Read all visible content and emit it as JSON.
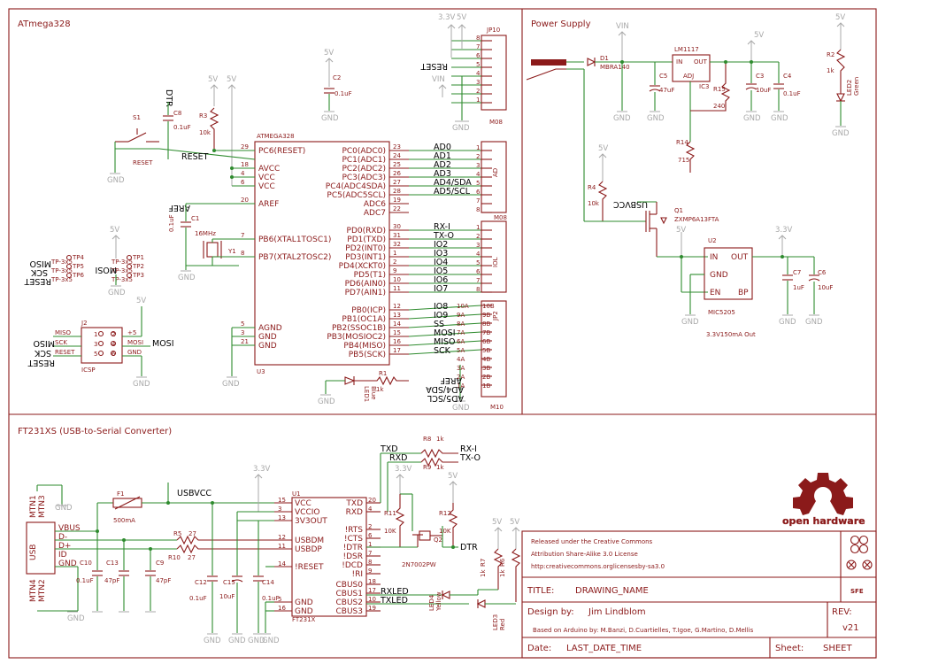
{
  "sections": {
    "atmega": "ATmega328",
    "power": "Power Supply",
    "ft231": "FT231XS (USB-to-Serial Converter)"
  },
  "chip_u3": {
    "name": "ATMEGA328",
    "ref": "U3",
    "left_pins": [
      {
        "num": "29",
        "name": "PC6(RESET)"
      },
      {
        "num": "18",
        "name": "AVCC"
      },
      {
        "num": "4",
        "name": "VCC"
      },
      {
        "num": "6",
        "name": "VCC"
      },
      {
        "num": "20",
        "name": "AREF"
      },
      {
        "num": "7",
        "name": "PB6(XTAL1TOSC1)"
      },
      {
        "num": "8",
        "name": "PB7(XTAL2TOSC2)"
      },
      {
        "num": "5",
        "name": "AGND"
      },
      {
        "num": "3",
        "name": "GND"
      },
      {
        "num": "21",
        "name": "GND"
      }
    ],
    "right_pins": [
      {
        "num": "23",
        "name": "PC0(ADC0)",
        "net": "AD0"
      },
      {
        "num": "24",
        "name": "PC1(ADC1)",
        "net": "AD1"
      },
      {
        "num": "25",
        "name": "PC2(ADC2)",
        "net": "AD2"
      },
      {
        "num": "26",
        "name": "PC3(ADC3)",
        "net": "AD3"
      },
      {
        "num": "27",
        "name": "PC4(ADC4SDA)",
        "net": "AD4/SDA"
      },
      {
        "num": "28",
        "name": "PC5(ADC5SCL)",
        "net": "AD5/SCL"
      },
      {
        "num": "19",
        "name": "ADC6",
        "net": ""
      },
      {
        "num": "22",
        "name": "ADC7",
        "net": ""
      },
      {
        "num": "30",
        "name": "PD0(RXD)",
        "net": "RX-I"
      },
      {
        "num": "31",
        "name": "PD1(TXD)",
        "net": "TX-O"
      },
      {
        "num": "32",
        "name": "PD2(INT0)",
        "net": "IO2"
      },
      {
        "num": "1",
        "name": "PD3(INT1)",
        "net": "IO3"
      },
      {
        "num": "2",
        "name": "PD4(XCKT0)",
        "net": "IO4"
      },
      {
        "num": "9",
        "name": "PD5(T1)",
        "net": "IO5"
      },
      {
        "num": "10",
        "name": "PD6(AIN0)",
        "net": "IO6"
      },
      {
        "num": "11",
        "name": "PD7(AIN1)",
        "net": "IO7"
      },
      {
        "num": "12",
        "name": "PB0(ICP)",
        "net": "IO8"
      },
      {
        "num": "13",
        "name": "PB1(OC1A)",
        "net": "IO9"
      },
      {
        "num": "14",
        "name": "PB2(SSOC1B)",
        "net": "SS"
      },
      {
        "num": "15",
        "name": "PB3(MOSIOC2)",
        "net": "MOSI"
      },
      {
        "num": "16",
        "name": "PB4(MISO)",
        "net": "MISO"
      },
      {
        "num": "17",
        "name": "PB5(SCK)",
        "net": "SCK"
      }
    ]
  },
  "jp10": {
    "ref": "JP10",
    "part": "M08",
    "pins": [
      "8",
      "7",
      "6",
      "5",
      "4",
      "3",
      "2",
      "1"
    ],
    "labels": [
      "RESET"
    ],
    "supplies": [
      "3.3V",
      "5V",
      "VIN"
    ]
  },
  "ad_header": {
    "ref": "M08",
    "label": "AD",
    "pins": [
      "1",
      "2",
      "3",
      "4",
      "5",
      "6",
      "7",
      "8"
    ]
  },
  "iol_header": {
    "label": "IOL",
    "pins": [
      "1",
      "2",
      "3",
      "4",
      "5",
      "6",
      "7",
      "8"
    ]
  },
  "jp2": {
    "ref": "JP2",
    "part": "M10",
    "pins_a": [
      "10A",
      "9A",
      "8A",
      "7A",
      "6A",
      "5A",
      "4A",
      "3A",
      "2A",
      "1A"
    ],
    "pins_b": [
      "10B",
      "9B",
      "8B",
      "7B",
      "6B",
      "5B",
      "4B",
      "3B",
      "2B",
      "1B"
    ],
    "labels": [
      "AREF",
      "AD4/SDA",
      "AD5/SCL"
    ]
  },
  "misc": {
    "s1": "S1",
    "reset_label": "RESET",
    "dtr": "DTR",
    "c8": "C8",
    "c8_val": "0.1uF",
    "r3": "R3",
    "r3_val": "10k",
    "c2": "C2",
    "c2_val": "0.1uF",
    "aref": "AREF",
    "c1": "C1",
    "c1_val": "0.1uF",
    "y1": "Y1",
    "y1_val": "16MHz",
    "r1": "R1",
    "r1_val": "1k",
    "led1": "LED1",
    "led1_col": "Blue",
    "j2": "J2",
    "icsp": "ICSP",
    "miso": "MISO",
    "sck": "SCK",
    "reset": "RESET",
    "mosi": "MOSI",
    "tp": [
      "TP4",
      "TP5",
      "TP6",
      "TP1",
      "TP2",
      "TP3"
    ],
    "tp_pkg": "TP-3x5",
    "gnd": "GND",
    "v5": "5V",
    "v33": "3.3V",
    "vin": "VIN",
    "icsp_pins": [
      "MISO",
      "SCK",
      "RESET",
      "+5",
      "MOSI",
      "GND"
    ]
  },
  "power": {
    "d1": "D1",
    "d1_val": "MBRA140",
    "c5": "C5",
    "c5_val": "47uF",
    "ic3": "LM1117",
    "ic3_ref": "IC3",
    "ic3_in": "IN",
    "ic3_out": "OUT",
    "ic3_adj": "ADJ",
    "r15": "R15",
    "r15_val": "240",
    "r14": "R14",
    "r14_val": "715",
    "c3": "C3",
    "c3_val": "10uF",
    "c4": "C4",
    "c4_val": "0.1uF",
    "r2": "R2",
    "r2_val": "1k",
    "led2": "LED2",
    "led2_col": "Green",
    "r4": "R4",
    "r4_val": "10k",
    "usbvcc": "USBVCC",
    "q1": "Q1",
    "q1_val": "ZXMP6A13FTA",
    "u2": "U2",
    "u2_val": "MIC5205",
    "u2_in": "IN",
    "u2_out": "OUT",
    "u2_gnd": "GND",
    "u2_en": "EN",
    "u2_bp": "BP",
    "c7": "C7",
    "c7_val": "1uF",
    "c6": "C6",
    "c6_val": "10uF",
    "note": "3.3V150mA Out"
  },
  "ft231": {
    "usb": "USB",
    "vbus": "VBUS",
    "dm": "D-",
    "dp": "D+",
    "id": "ID",
    "gnd": "GND",
    "mtn": [
      "MTN1",
      "MTN3",
      "MTN4",
      "MTN2"
    ],
    "f1": "F1",
    "f1_val": "500mA",
    "usbvcc": "USBVCC",
    "r5": "R5",
    "r5_val": "27",
    "r10": "R10",
    "r10_val": "27",
    "c10": "C10",
    "c10_val": "0.1uF",
    "c13": "C13",
    "c13_val": "47pF",
    "c9": "C9",
    "c9_val": "47pF",
    "c12": "C12",
    "c12_val": "0.1uF",
    "c15": "C15",
    "c15_val": "10uF",
    "c14": "C14",
    "c14_val": "0.1uF",
    "u1": "U1",
    "u1_part": "FT231X",
    "u1_left": [
      {
        "num": "15",
        "name": "VCC"
      },
      {
        "num": "3",
        "name": "VCCIO"
      },
      {
        "num": "13",
        "name": "3V3OUT"
      },
      {
        "num": "12",
        "name": "USBDM"
      },
      {
        "num": "11",
        "name": "USBDP"
      },
      {
        "num": "14",
        "name": "!RESET"
      },
      {
        "num": "5",
        "name": "GND"
      },
      {
        "num": "16",
        "name": "GND"
      }
    ],
    "u1_right": [
      {
        "num": "20",
        "name": "TXD"
      },
      {
        "num": "4",
        "name": "RXD"
      },
      {
        "num": "2",
        "name": "!RTS"
      },
      {
        "num": "6",
        "name": "!CTS"
      },
      {
        "num": "1",
        "name": "!DTR"
      },
      {
        "num": "7",
        "name": "!DSR"
      },
      {
        "num": "8",
        "name": "!DCD"
      },
      {
        "num": "9",
        "name": "!RI"
      },
      {
        "num": "18",
        "name": "CBUS0"
      },
      {
        "num": "17",
        "name": "CBUS1"
      },
      {
        "num": "10",
        "name": "CBUS2"
      },
      {
        "num": "19",
        "name": "CBUS3"
      }
    ],
    "txd": "TXD",
    "rxd": "RXD",
    "r8": "R8",
    "r8_val": "1k",
    "r9": "R9",
    "r9_val": "1k",
    "rxi": "RX-I",
    "txo": "TX-O",
    "r11": "R11",
    "r11_val": "10K",
    "r12": "R12",
    "r12_val": "10K",
    "q2": "Q2",
    "q2_val": "2N7002PW",
    "dtr": "DTR",
    "r7": "R7",
    "r7_val": "1k",
    "r6": "R6",
    "r6_val": "1k",
    "rxled": "RXLED",
    "txled": "TXLED",
    "led4": "LED4",
    "led4_col": "Yellow",
    "led3": "LED3",
    "led3_col": "Red"
  },
  "title_block": {
    "logo_text": "open hardware",
    "license1": "Released under the Creative Commons",
    "license2": "Attribution Share-Alike 3.0 License",
    "license3": "http:creativecommons.orglicensesby-sa3.0",
    "title_label": "TITLE:",
    "title_value": "DRAWING_NAME",
    "sfe": "SFE",
    "design_label": "Design by:",
    "design_value": "Jim Lindblom",
    "rev_label": "REV:",
    "rev_value": "v21",
    "based_on": "Based on Arduino by: M.Banzi, D.Cuartielles, T.Igoe, G.Martino, D.Mellis",
    "date_label": "Date:",
    "date_value": "LAST_DATE_TIME",
    "sheet_label": "Sheet:",
    "sheet_value": "SHEET"
  },
  "colors": {
    "wire": "#2e8b2e",
    "part": "#8b1a1a",
    "supply": "#a8a8a8",
    "text": "#000000"
  }
}
